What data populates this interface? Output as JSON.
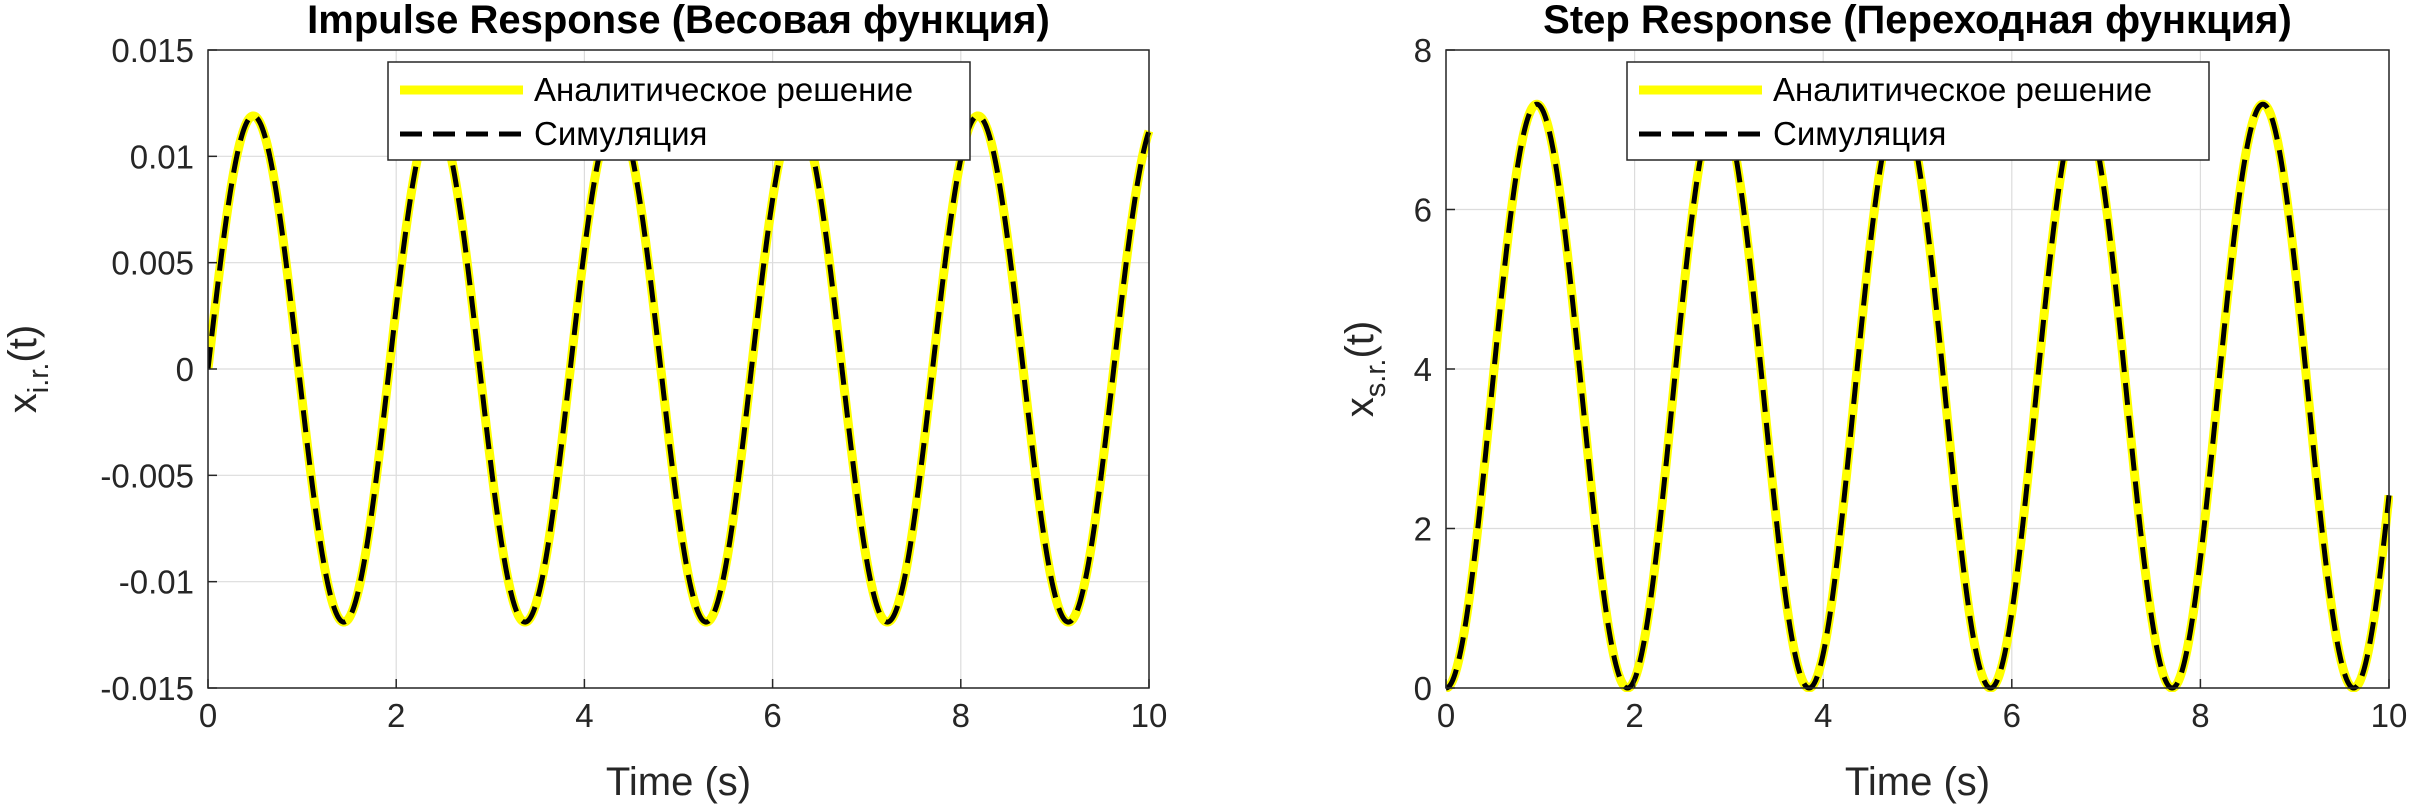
{
  "figure": {
    "background": "#ffffff",
    "grid_color": "#dcdcdc",
    "axis_color": "#262626"
  },
  "chart_data": [
    {
      "type": "line",
      "title": "Impulse Response (Весовая функция)",
      "xlabel": "Time (s)",
      "ylabel": {
        "base": "x",
        "subscript": "i.r.",
        "suffix": "(t)"
      },
      "xlim": [
        0,
        10
      ],
      "ylim": [
        -0.015,
        0.015
      ],
      "xticks": [
        0,
        2,
        4,
        6,
        8,
        10
      ],
      "xtick_labels": [
        "0",
        "2",
        "4",
        "6",
        "8",
        "10"
      ],
      "yticks": [
        -0.015,
        -0.01,
        -0.005,
        0,
        0.005,
        0.01,
        0.015
      ],
      "ytick_labels": [
        "-0.015",
        "-0.01",
        "-0.005",
        "0",
        "0.005",
        "0.01",
        "0.015"
      ],
      "grid": true,
      "legend_position": "top-center",
      "formula": {
        "kind": "sine",
        "amplitude": 0.0119,
        "period": 1.925,
        "offset": 0
      },
      "series": [
        {
          "name": "Аналитическое решение",
          "color": "#ffff00",
          "style": "solid"
        },
        {
          "name": "Симуляция",
          "color": "#000000",
          "style": "dashed"
        }
      ]
    },
    {
      "type": "line",
      "title": "Step Response (Переходная функция)",
      "xlabel": "Time (s)",
      "ylabel": {
        "base": "x",
        "subscript": "s.r.",
        "suffix": "(t)"
      },
      "xlim": [
        0,
        10
      ],
      "ylim": [
        0,
        8
      ],
      "xticks": [
        0,
        2,
        4,
        6,
        8,
        10
      ],
      "xtick_labels": [
        "0",
        "2",
        "4",
        "6",
        "8",
        "10"
      ],
      "yticks": [
        0,
        2,
        4,
        6,
        8
      ],
      "ytick_labels": [
        "0",
        "2",
        "4",
        "6",
        "8"
      ],
      "grid": true,
      "legend_position": "top-center",
      "formula": {
        "kind": "one-minus-cosine",
        "amplitude": 3.66,
        "period": 1.925,
        "offset": 0
      },
      "series": [
        {
          "name": "Аналитическое решение",
          "color": "#ffff00",
          "style": "solid"
        },
        {
          "name": "Симуляция",
          "color": "#000000",
          "style": "dashed"
        }
      ]
    }
  ]
}
